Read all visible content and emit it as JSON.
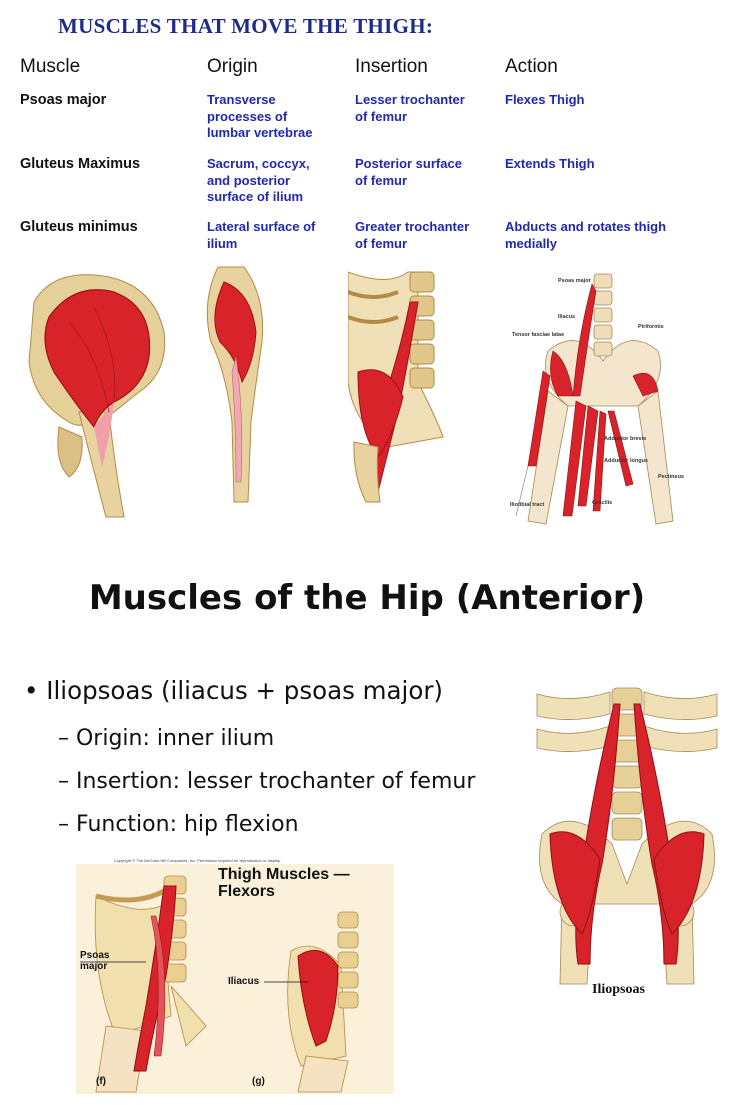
{
  "top_section": {
    "title": "MUSCLES THAT MOVE THE THIGH:",
    "headers": [
      "Muscle",
      "Origin",
      "Insertion",
      "Action"
    ],
    "rows": [
      {
        "muscle": "Psoas major",
        "origin": [
          "Transverse",
          "processes of",
          "lumbar vertebrae"
        ],
        "insertion": [
          "Lesser trochanter",
          "of femur"
        ],
        "action": [
          "Flexes Thigh"
        ]
      },
      {
        "muscle": "Gluteus Maximus",
        "origin": [
          "Sacrum, coccyx,",
          "and posterior",
          "surface of ilium"
        ],
        "insertion": [
          "Posterior surface",
          "of femur"
        ],
        "action": [
          "Extends Thigh"
        ]
      },
      {
        "muscle": "Gluteus minimus",
        "origin": [
          "Lateral surface of",
          "ilium"
        ],
        "insertion": [
          "Greater trochanter",
          "of femur"
        ],
        "action": [
          "Abducts and rotates thigh",
          "medially"
        ]
      }
    ],
    "diagram_labels": {
      "psoas_major": "Psoas major",
      "iliacus": "Iliacus",
      "tensor": "Tensor fasciae latae",
      "piriformis": "Piriformis",
      "adductor_brevis": "Adductor brevis",
      "adductor_longus": "Adductor longus",
      "pectineus": "Pectineus",
      "iliotibial": "Iliotibial tract",
      "gracilis": "Gracilis"
    }
  },
  "hip_section": {
    "title": "Muscles of the Hip (Anterior)",
    "bullet": "Iliopsoas (iliacus + psoas major)",
    "details": [
      "– Origin: inner ilium",
      "– Insertion: lesser trochanter of femur",
      "– Function: hip flexion"
    ],
    "figure": {
      "copyright": "Copyright © The McGraw-Hill Companies, Inc. Permission required for reproduction or display.",
      "title_line1": "Thigh Muscles —",
      "title_line2": "Flexors",
      "label_psoas_1": "Psoas",
      "label_psoas_2": "major",
      "label_iliacus": "Iliacus",
      "panel_f": "(f)",
      "panel_g": "(g)"
    },
    "iliopsoas_caption": "Iliopsoas"
  },
  "colors": {
    "title_blue": "#1e2a8c",
    "cell_blue": "#1e28b4",
    "muscle_red": "#d8232a",
    "bone": "#e8d3a0"
  }
}
